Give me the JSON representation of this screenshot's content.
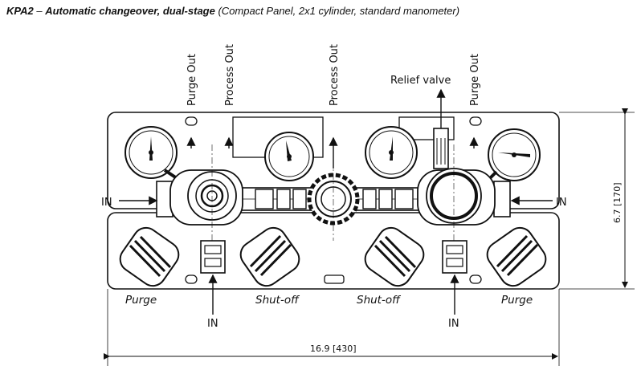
{
  "title": {
    "model": "KPA2",
    "separator": " – ",
    "name": "Automatic changeover, dual-stage",
    "details": " (Compact Panel, 2x1 cylinder, standard manometer)"
  },
  "labels": {
    "purge_out_left": "Purge Out",
    "process_out_left": "Process Out",
    "process_out_center": "Process Out",
    "relief_valve": "Relief valve",
    "purge_out_right": "Purge Out",
    "in_left_side": "IN",
    "in_right_side": "IN",
    "in_bottom_left": "IN",
    "in_bottom_right": "IN",
    "purge_left": "Purge",
    "shutoff_left": "Shut-off",
    "shutoff_right": "Shut-off",
    "purge_right": "Purge"
  },
  "dimensions": {
    "height": "6.7 [170]",
    "width": "16.9 [430]"
  }
}
